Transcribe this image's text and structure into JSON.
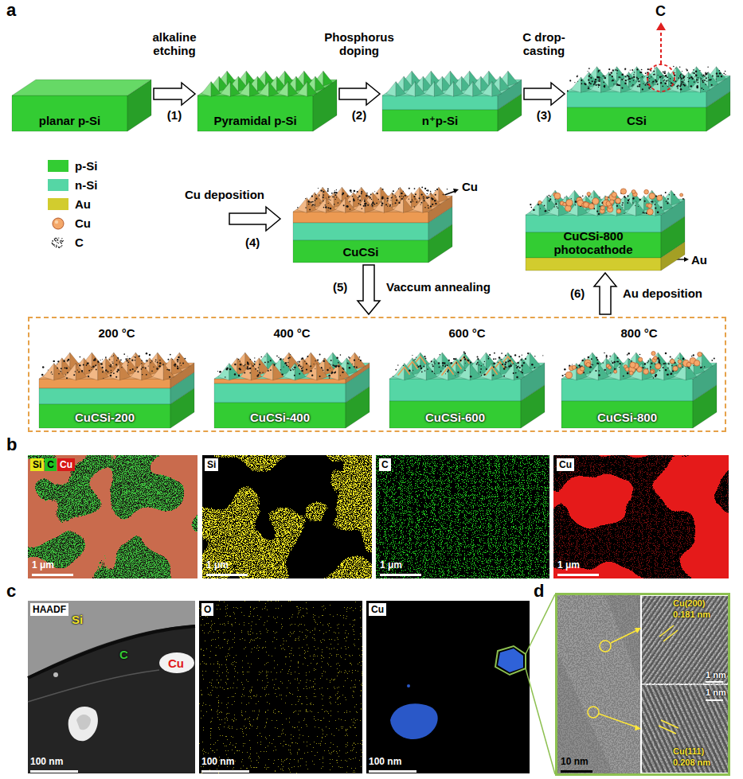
{
  "diagram": {
    "nodes": [
      {
        "text": [
          "planar p-Si"
        ]
      },
      {
        "text": [
          "Pyramidal p-Si"
        ]
      },
      {
        "text": [
          "n⁺p-Si"
        ]
      },
      {
        "text": [
          "CSi"
        ]
      },
      {
        "text": [
          "CuCSi"
        ]
      },
      {
        "text": [
          "CuCSi-800 photocathode"
        ]
      },
      {},
      {
        "text": [
          "200 °C",
          "CuCSi-200"
        ],
        "in": 6
      },
      {
        "text": [
          "400 °C",
          "CuCSi-400"
        ],
        "in": 6
      },
      {
        "text": [
          "600 °C",
          "CuCSi-600"
        ],
        "in": 6
      },
      {
        "text": [
          "800 °C",
          "CuCSi-800"
        ],
        "in": 6
      }
    ],
    "edges": [
      {
        "from": 0,
        "to": 1,
        "label": "(1)",
        "arrow": "to"
      },
      {
        "from": 1,
        "to": 2,
        "label": "(2)",
        "arrow": "to"
      },
      {
        "from": 2,
        "to": 3,
        "label": "(3)",
        "arrow": "to"
      },
      {
        "from": 4,
        "to": 6,
        "label": "(5)",
        "arrow": "to"
      },
      {
        "from": 6,
        "to": 5,
        "label": "(6)",
        "arrow": "to"
      }
    ],
    "labels": [
      "a",
      "alkaline etching",
      "Phosphorus doping",
      "C drop-casting",
      "C",
      "Cu deposition",
      "(4)",
      "Cu",
      "Au",
      "Vaccum annealing",
      "Au deposition",
      "b",
      "Si",
      "C",
      "Cu",
      "Si",
      "C",
      "Cu",
      "1 μm",
      "1 μm",
      "1 μm",
      "1 μm",
      "c",
      "HAADF",
      "Si",
      "C",
      "Cu",
      "O",
      "Cu",
      "100 nm",
      "100 nm",
      "100 nm",
      "d",
      "10 nm",
      "Cu(200)",
      "0.181 nm",
      "1 nm",
      "1 nm",
      "Cu(111)",
      "0.208 nm"
    ],
    "legend": [
      {
        "text": "p-Si",
        "color": "#33cc33"
      },
      {
        "text": "n-Si",
        "color": "#55d6a5"
      },
      {
        "text": "Au",
        "color": "#d2cc2e"
      },
      {
        "text": "Cu"
      },
      {
        "text": "C"
      }
    ]
  }
}
